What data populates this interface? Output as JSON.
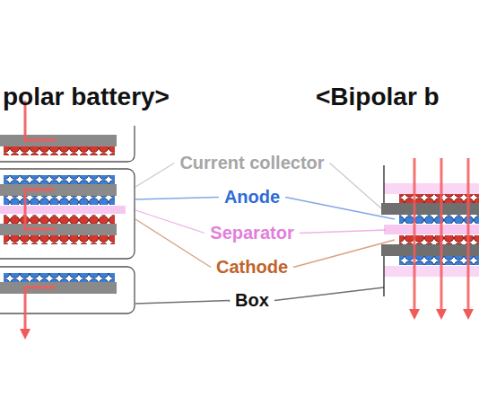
{
  "diagram": {
    "labels": [
      "polar battery>",
      "<Bipolar b",
      "Current collector",
      "Anode",
      "Separator",
      "Cathode",
      "Box"
    ]
  }
}
